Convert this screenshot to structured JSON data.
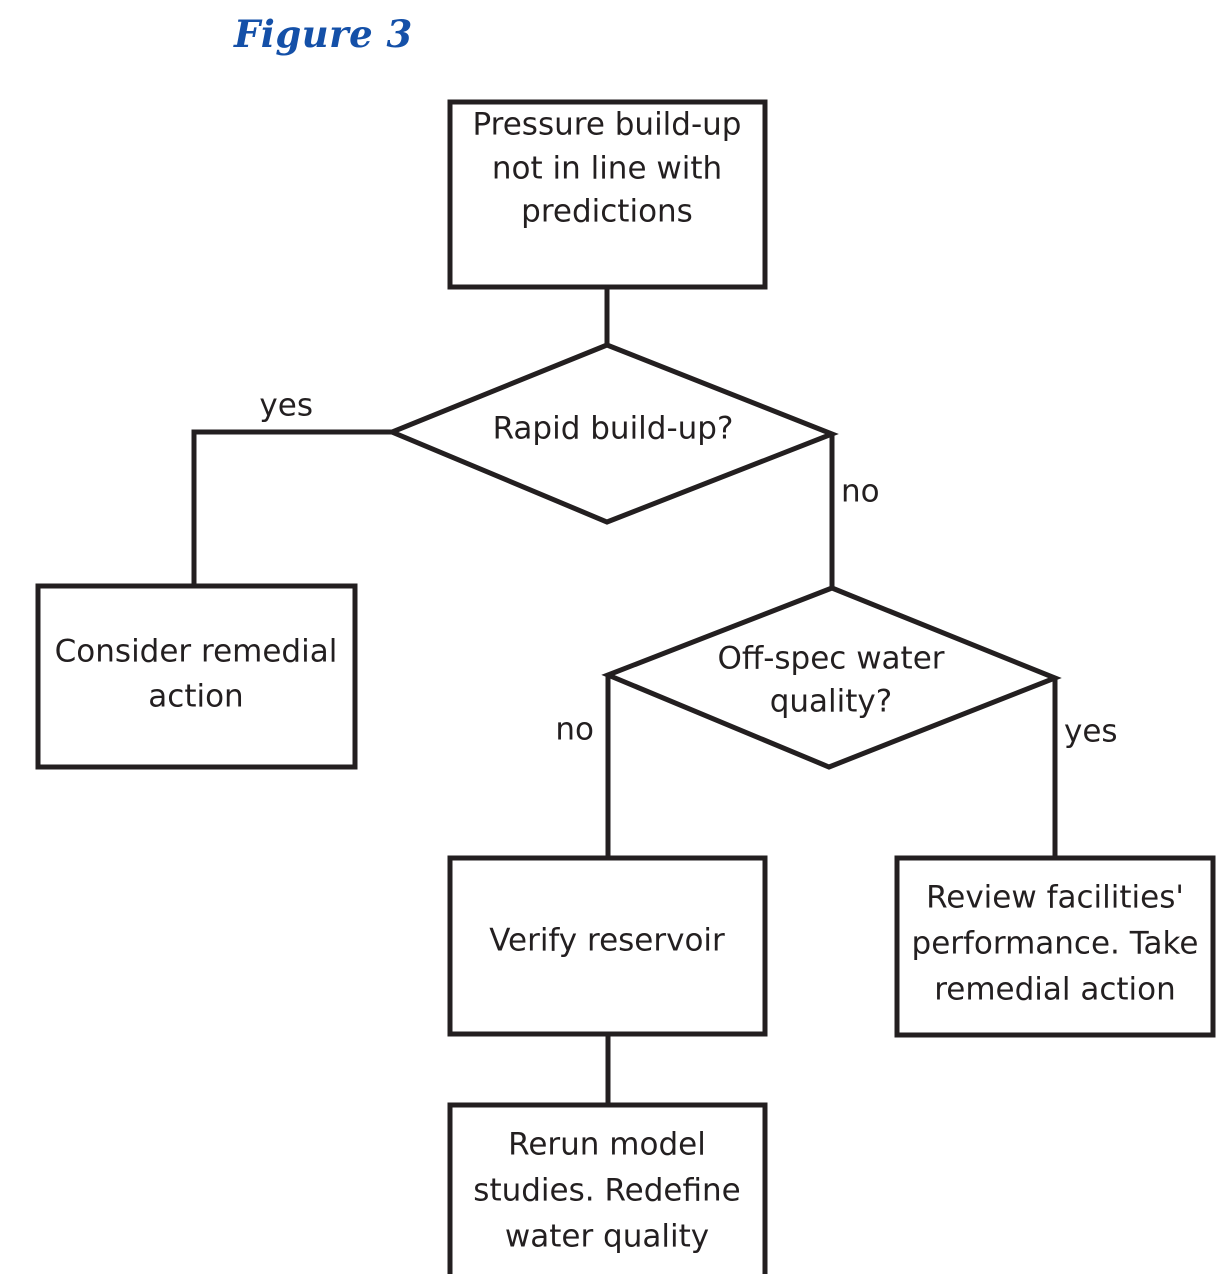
{
  "figure": {
    "title": "Figure 3",
    "title_color": "#1450a8",
    "line_color": "#231f20",
    "fill_color": "#ffffff",
    "background": "#ffffff"
  },
  "chart_data": {
    "type": "diagram",
    "title": "Figure 3",
    "diagram_kind": "flowchart",
    "nodes": [
      {
        "id": "start",
        "shape": "rectangle",
        "lines": [
          "Pressure build-up",
          "not in line with",
          "predictions"
        ]
      },
      {
        "id": "decision-rapid",
        "shape": "diamond",
        "lines": [
          "Rapid build-up?"
        ]
      },
      {
        "id": "consider-remedial",
        "shape": "rectangle",
        "lines": [
          "Consider remedial",
          "action"
        ]
      },
      {
        "id": "decision-offspec",
        "shape": "diamond",
        "lines": [
          "Off-spec water",
          "quality?"
        ]
      },
      {
        "id": "verify-reservoir",
        "shape": "rectangle",
        "lines": [
          "Verify reservoir"
        ]
      },
      {
        "id": "review-facilities",
        "shape": "rectangle",
        "lines": [
          "Review facilities'",
          "performance. Take",
          "remedial action"
        ]
      },
      {
        "id": "rerun-model",
        "shape": "rectangle",
        "lines": [
          "Rerun model",
          "studies. Redefine",
          "water quality"
        ]
      }
    ],
    "edges": [
      {
        "from": "start",
        "to": "decision-rapid",
        "label": ""
      },
      {
        "from": "decision-rapid",
        "to": "consider-remedial",
        "label": "yes"
      },
      {
        "from": "decision-rapid",
        "to": "decision-offspec",
        "label": "no"
      },
      {
        "from": "decision-offspec",
        "to": "verify-reservoir",
        "label": "no"
      },
      {
        "from": "decision-offspec",
        "to": "review-facilities",
        "label": "yes"
      },
      {
        "from": "verify-reservoir",
        "to": "rerun-model",
        "label": ""
      }
    ]
  },
  "nodes": {
    "start": {
      "line1": "Pressure build-up",
      "line2": "not in line with",
      "line3": "predictions"
    },
    "decision_rapid": {
      "line1": "Rapid build-up?"
    },
    "consider_remedial": {
      "line1": "Consider remedial",
      "line2": "action"
    },
    "decision_offspec": {
      "line1": "Off-spec water",
      "line2": "quality?"
    },
    "verify_reservoir": {
      "line1": "Verify reservoir"
    },
    "review_facilities": {
      "line1": "Review facilities'",
      "line2": "performance. Take",
      "line3": "remedial action"
    },
    "rerun_model": {
      "line1": "Rerun model",
      "line2": "studies. Redefine",
      "line3": "water quality"
    }
  },
  "edge_labels": {
    "rapid_yes": "yes",
    "rapid_no": "no",
    "offspec_no": "no",
    "offspec_yes": "yes"
  }
}
